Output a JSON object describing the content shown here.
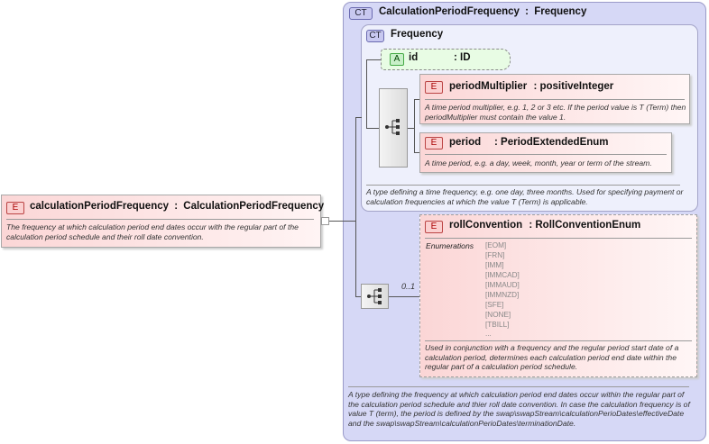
{
  "root": {
    "badge": "E",
    "name": "calculationPeriodFrequency",
    "type": "CalculationPeriodFrequency",
    "doc": "The frequency at which calculation period end dates occur with the regular part of the calculation period schedule and their roll date convention."
  },
  "outer_ct": {
    "badge": "CT",
    "name": "CalculationPeriodFrequency",
    "base": "Frequency",
    "doc": "A type defining the frequency at which calculation period end dates occur within the regular part of the calculation period schedule and thier roll date convention. In case the calculation frequency is of value T (term), the period is defined by the swap\\swapStream\\calculationPerioDates\\effectiveDate and the swap\\swapStream\\calculationPerioDates\\terminationDate."
  },
  "inner_ct": {
    "badge": "CT",
    "name": "Frequency",
    "doc": "A type defining a time frequency, e.g. one day, three months. Used for specifying payment or calculation frequencies at which the value T (Term) is applicable."
  },
  "attribute": {
    "badge": "A",
    "name": "id",
    "type": ": ID"
  },
  "period_multiplier": {
    "badge": "E",
    "name": "periodMultiplier",
    "type": ": positiveInteger",
    "doc": "A time period multiplier, e.g. 1, 2 or 3 etc. If the period value is T (Term) then periodMultiplier must contain the value 1."
  },
  "period": {
    "badge": "E",
    "name": "period",
    "type": ": PeriodExtendedEnum",
    "doc": "A time period, e.g. a day, week, month, year or term of the stream."
  },
  "roll_convention": {
    "badge": "E",
    "name": "rollConvention",
    "type": ": RollConventionEnum",
    "enum_label": "Enumerations",
    "enums": [
      "[EOM]",
      "[FRN]",
      "[IMM]",
      "[IMMCAD]",
      "[IMMAUD]",
      "[IMMNZD]",
      "[SFE]",
      "[NONE]",
      "[TBILL]",
      "..."
    ],
    "doc": "Used in conjunction with a frequency and the regular period start date of a calculation period, determines each calculation period end date within the regular part of a calculation period schedule."
  },
  "occurrence": "0..1"
}
